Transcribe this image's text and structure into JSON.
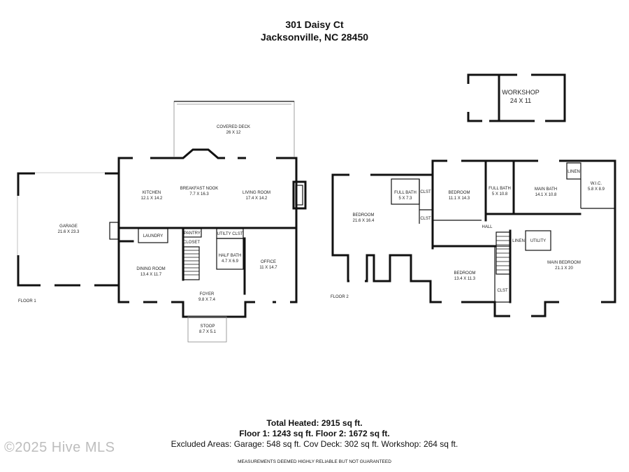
{
  "header": {
    "address_line1": "301 Daisy Ct",
    "address_line2": "Jacksonville, NC 28450"
  },
  "floor1": {
    "label": "FLOOR 1",
    "rooms": {
      "covered_deck": {
        "name": "COVERED DECK",
        "dims": "26 X 12"
      },
      "kitchen": {
        "name": "KITCHEN",
        "dims": "12.1 X 14.2"
      },
      "breakfast_nook": {
        "name": "BREAKFAST NOOK",
        "dims": "7.7 X 16.3"
      },
      "living_room": {
        "name": "LIVING ROOM",
        "dims": "17.4 X 14.2"
      },
      "garage": {
        "name": "GARAGE",
        "dims": "21.6 X 23.3"
      },
      "laundry": {
        "name": "LAUNDRY"
      },
      "pantry": {
        "name": "PANTRY"
      },
      "closet": {
        "name": "CLOSET"
      },
      "utility_closet": {
        "name": "UTILTY CLST"
      },
      "half_bath": {
        "name": "HALF BATH",
        "dims": "4.7 X 6.9"
      },
      "office": {
        "name": "OFFICE",
        "dims": "11 X 14.7"
      },
      "dining_room": {
        "name": "DINING ROOM",
        "dims": "13.4 X 11.7"
      },
      "foyer": {
        "name": "FOYER",
        "dims": "9.8 X 7.4"
      },
      "stoop": {
        "name": "STOOP",
        "dims": "8.7 X 5.1"
      }
    }
  },
  "floor2": {
    "label": "FLOOR 2",
    "rooms": {
      "bedroom_a": {
        "name": "BEDROOM",
        "dims": "21.6 X 16.4"
      },
      "full_bath_a": {
        "name": "FULL BATH",
        "dims": "5 X 7.3"
      },
      "clst_a": {
        "name": "CLST"
      },
      "clst_b": {
        "name": "CLST"
      },
      "bedroom_b": {
        "name": "BEDROOM",
        "dims": "11.1 X 14.3"
      },
      "full_bath_b": {
        "name": "FULL BATH",
        "dims": "5 X 10.8"
      },
      "main_bath": {
        "name": "MAIN BATH",
        "dims": "14.1 X 10.8"
      },
      "linen_a": {
        "name": "LINEN"
      },
      "wic": {
        "name": "W.I.C.",
        "dims": "5.8 X 8.9"
      },
      "hall": {
        "name": "HALL"
      },
      "linen_b": {
        "name": "LINEN"
      },
      "utility": {
        "name": "UTILITY"
      },
      "main_bedroom": {
        "name": "MAIN BEDROOM",
        "dims": "21.1 X 20"
      },
      "bedroom_c": {
        "name": "BEDROOM",
        "dims": "13.4 X 11.3"
      },
      "clst_c": {
        "name": "CLST"
      }
    }
  },
  "workshop": {
    "name": "WORKSHOP",
    "dims": "24 X 11"
  },
  "summary": {
    "total_heated": "Total Heated: 2915 sq ft.",
    "floors": "Floor 1: 1243 sq ft. Floor 2: 1672 sq ft.",
    "excluded": "Excluded Areas: Garage: 548 sq ft. Cov Deck: 302 sq ft. Workshop: 264 sq ft.",
    "disclaimer": "MEASUREMENTS DEEMED HIGHLY RELIABLE BUT NOT GUARANTEED"
  },
  "watermark": "©2025 Hive MLS"
}
